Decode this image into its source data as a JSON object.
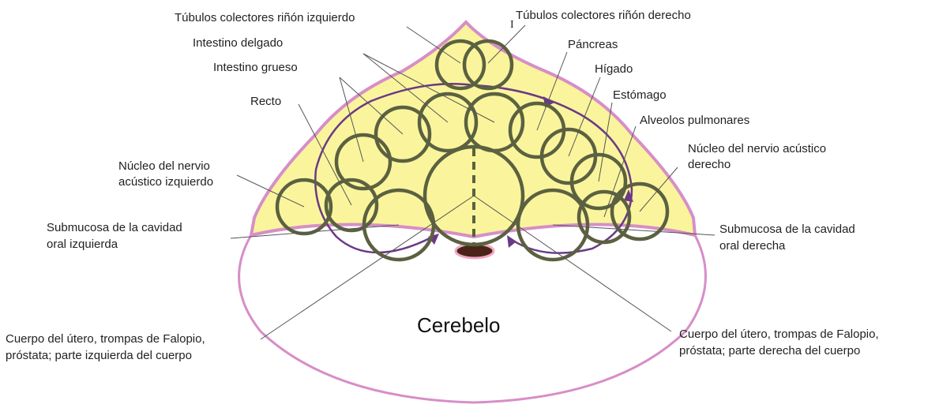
{
  "diagram": {
    "center_label": "Cerebelo",
    "top_mark": "I",
    "colors": {
      "yellow_fill": "#faf59c",
      "pink_outline": "#d78ec7",
      "ring_stroke": "#5b6140",
      "arrow_purple": "#6a3a86",
      "opening_fill": "#4a2418"
    },
    "labels": {
      "kidney_left": "Túbulos colectores riñón izquierdo",
      "kidney_right": "Túbulos colectores riñón derecho",
      "small_intestine": "Intestino delgado",
      "pancreas": "Páncreas",
      "large_intestine": "Intestino grueso",
      "liver": "Hígado",
      "rectum": "Recto",
      "stomach": "Estómago",
      "alveoli": "Alveolos pulmonares",
      "acoustic_right_1": "Núcleo del nervio acústico",
      "acoustic_right_2": "derecho",
      "acoustic_left_1": "Núcleo del nervio",
      "acoustic_left_2": "acústico izquierdo",
      "submucosa_left_1": "Submucosa de la cavidad",
      "submucosa_left_2": "oral izquierda",
      "submucosa_right_1": "Submucosa de la cavidad",
      "submucosa_right_2": "oral derecha",
      "uterus_left_1": "Cuerpo del útero, trompas de Falopio,",
      "uterus_left_2": "próstata; parte izquierda del cuerpo",
      "uterus_right_1": "Cuerpo del útero, trompas de Falopio,",
      "uterus_right_2": "próstata; parte derecha del cuerpo"
    }
  }
}
